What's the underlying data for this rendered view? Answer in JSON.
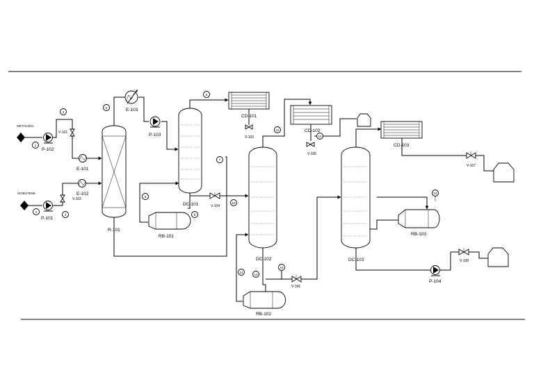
{
  "feeds": {
    "methanol": "METHANOL",
    "isobutene": "ISOBUTENE"
  },
  "equipment": {
    "p101": "P-101",
    "p102": "P-102",
    "p103": "P-103",
    "p104": "P-104",
    "e101": "E-101",
    "e102": "E-102",
    "e103": "E-103",
    "r101": "R-101",
    "dc101": "DC-101",
    "dc102": "DC-102",
    "dc103": "DC-103",
    "cd101": "CD-101",
    "cd102": "CD-102",
    "cd103": "CD-103",
    "rb101": "RB-101",
    "rb102": "RB-102",
    "rb103": "RB-103"
  },
  "valves": {
    "v101": "V-101",
    "v102": "V-102",
    "v103": "V-103",
    "v104": "V-104",
    "v105": "V-105",
    "v106": "V-106",
    "v107": "V-107",
    "v108": "V-108"
  },
  "streams": {
    "s1": "1",
    "s2": "2",
    "s3": "3",
    "s4": "4",
    "s5": "5",
    "s6": "6",
    "s7": "7",
    "s8": "8",
    "s9": "9",
    "s10": "10",
    "s11": "11",
    "s12": "12",
    "s13": "13",
    "s14": "14",
    "s15": "15",
    "s23": "23"
  }
}
